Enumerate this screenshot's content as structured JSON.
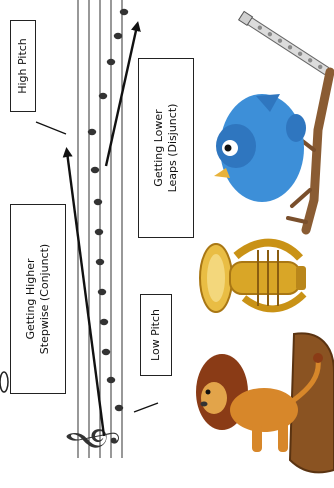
{
  "labels": {
    "high_pitch": "High Pitch",
    "getting_lower_line1": "Getting Lower",
    "getting_lower_line2": "Leaps (Disjunct)",
    "getting_higher_line1": "Getting Higher",
    "getting_higher_line2": "Stepwise (Conjunct)",
    "low_pitch": "Low Pitch"
  },
  "colors": {
    "bird_blue": "#3d8fd8",
    "brass_gold": "#d9a627",
    "lion_orange": "#d7872a",
    "mane_brown": "#8a3b16",
    "rock_brown": "#8a5322"
  },
  "icons": [
    "treble-clef-icon",
    "flute-icon",
    "bluebird-icon",
    "tuba-icon",
    "lion-icon"
  ]
}
